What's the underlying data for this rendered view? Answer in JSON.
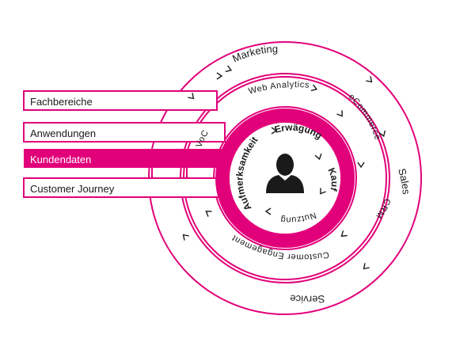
{
  "colors": {
    "accent": "#e2007a",
    "ink": "#1a1a1a",
    "background": "#ffffff"
  },
  "icon": "person-icon",
  "layers": [
    {
      "label": "Fachbereiche"
    },
    {
      "label": "Anwendungen"
    },
    {
      "label": "Kundendaten",
      "highlighted": true
    },
    {
      "label": "Customer Journey"
    }
  ],
  "outer_ring": [
    "Marketing",
    "Sales",
    "Service"
  ],
  "middle_ring": [
    "Web Analytics",
    "eCommerce",
    "CRM",
    "Customer Engagement",
    "VoC"
  ],
  "inner_ring": [
    "Erwägung",
    "Kauf",
    "Nutzung",
    "Aufmerksamkeit"
  ]
}
